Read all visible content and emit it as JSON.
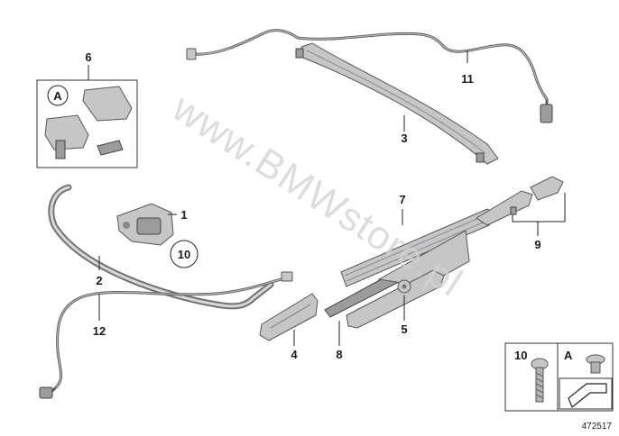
{
  "callouts": {
    "c1": "1",
    "c2": "2",
    "c3": "3",
    "c4": "4",
    "c5": "5",
    "c6": "6",
    "c7": "7",
    "c8": "8",
    "c9": "9",
    "c10": "10",
    "c11": "11",
    "c12": "12"
  },
  "detail_a_label": "A",
  "legend": {
    "screw_10_label": "10",
    "screw_a_label": "A"
  },
  "watermark": "www.BMWstore.pl",
  "diagram_id": "472517"
}
